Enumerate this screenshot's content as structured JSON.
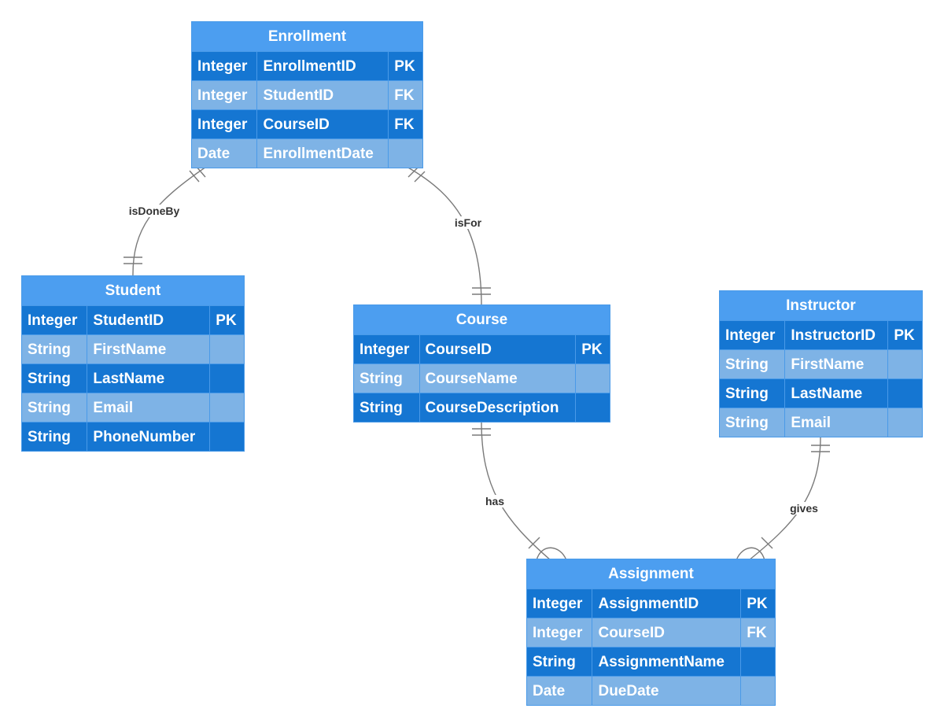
{
  "entities": [
    {
      "id": "enrollment",
      "name": "Enrollment",
      "fields": [
        {
          "type": "Integer",
          "name": "EnrollmentID",
          "key": "PK"
        },
        {
          "type": "Integer",
          "name": "StudentID",
          "key": "FK"
        },
        {
          "type": "Integer",
          "name": "CourseID",
          "key": "FK"
        },
        {
          "type": "Date",
          "name": "EnrollmentDate",
          "key": ""
        }
      ]
    },
    {
      "id": "student",
      "name": "Student",
      "fields": [
        {
          "type": "Integer",
          "name": "StudentID",
          "key": "PK"
        },
        {
          "type": "String",
          "name": "FirstName",
          "key": ""
        },
        {
          "type": "String",
          "name": "LastName",
          "key": ""
        },
        {
          "type": "String",
          "name": "Email",
          "key": ""
        },
        {
          "type": "String",
          "name": "PhoneNumber",
          "key": ""
        }
      ]
    },
    {
      "id": "course",
      "name": "Course",
      "fields": [
        {
          "type": "Integer",
          "name": "CourseID",
          "key": "PK"
        },
        {
          "type": "String",
          "name": "CourseName",
          "key": ""
        },
        {
          "type": "String",
          "name": "CourseDescription",
          "key": ""
        }
      ]
    },
    {
      "id": "instructor",
      "name": "Instructor",
      "fields": [
        {
          "type": "Integer",
          "name": "InstructorID",
          "key": "PK"
        },
        {
          "type": "String",
          "name": "FirstName",
          "key": ""
        },
        {
          "type": "String",
          "name": "LastName",
          "key": ""
        },
        {
          "type": "String",
          "name": "Email",
          "key": ""
        }
      ]
    },
    {
      "id": "assignment",
      "name": "Assignment",
      "fields": [
        {
          "type": "Integer",
          "name": "AssignmentID",
          "key": "PK"
        },
        {
          "type": "Integer",
          "name": "CourseID",
          "key": "FK"
        },
        {
          "type": "String",
          "name": "AssignmentName",
          "key": ""
        },
        {
          "type": "Date",
          "name": "DueDate",
          "key": ""
        }
      ]
    }
  ],
  "relationships": [
    {
      "id": "isDoneBy",
      "label": "isDoneBy",
      "from": "enrollment",
      "to": "student",
      "from_card": "one",
      "to_card": "one"
    },
    {
      "id": "isFor",
      "label": "isFor",
      "from": "enrollment",
      "to": "course",
      "from_card": "one",
      "to_card": "one"
    },
    {
      "id": "has",
      "label": "has",
      "from": "course",
      "to": "assignment",
      "from_card": "one",
      "to_card": "many"
    },
    {
      "id": "gives",
      "label": "gives",
      "from": "instructor",
      "to": "assignment",
      "from_card": "one",
      "to_card": "many"
    }
  ],
  "colors": {
    "header": "#4c9ef0",
    "row_dark": "#1576d2",
    "row_light": "#7eb3e6",
    "border": "#4a9ae8",
    "edge": "#777777"
  }
}
